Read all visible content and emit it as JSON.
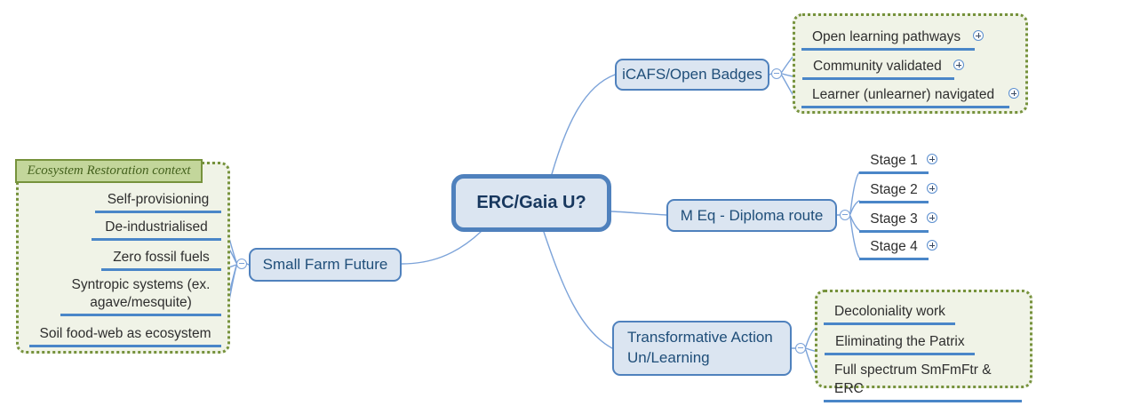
{
  "diagram": {
    "root": {
      "label": "ERC/Gaia U?"
    },
    "groups": {
      "ecosystem_restoration": {
        "label": "Ecosystem Restoration context"
      }
    },
    "branches": {
      "small_farm_future": {
        "label": "Small Farm Future",
        "items": [
          {
            "label": "Self-provisioning"
          },
          {
            "label": "De-industrialised"
          },
          {
            "label": "Zero fossil fuels"
          },
          {
            "label": "Syntropic systems (ex. agave/mesquite)"
          },
          {
            "label": "Soil food-web as ecosystem"
          }
        ]
      },
      "icafs_open_badges": {
        "label": "iCAFS/Open Badges",
        "items": [
          {
            "label": "Open learning pathways",
            "has_plus": true
          },
          {
            "label": "Community validated",
            "has_plus": true
          },
          {
            "label": "Learner (unlearner) navigated",
            "has_plus": true
          }
        ]
      },
      "m_eq_diploma_route": {
        "label": "M Eq - Diploma route",
        "items": [
          {
            "label": "Stage 1",
            "has_plus": true
          },
          {
            "label": "Stage 2",
            "has_plus": true
          },
          {
            "label": "Stage 3",
            "has_plus": true
          },
          {
            "label": "Stage 4",
            "has_plus": true
          }
        ]
      },
      "transformative_action": {
        "label": "Transformative Action Un/Learning",
        "items": [
          {
            "label": "Decoloniality work"
          },
          {
            "label": "Eliminating the Patrix"
          },
          {
            "label": "Full spectrum SmFmFtr & ERC"
          }
        ]
      }
    },
    "colors": {
      "node_border": "#4f81bd",
      "node_fill": "#dbe5f1",
      "node_text": "#1f4e79",
      "root_text": "#17375e",
      "connector": "#7ca3d9",
      "underline": "#4a86c8",
      "group_border": "#76923c",
      "group_fill": "#f0f3e7",
      "group_label_fill": "#c3d69b",
      "group_label_text": "#44611d"
    }
  }
}
